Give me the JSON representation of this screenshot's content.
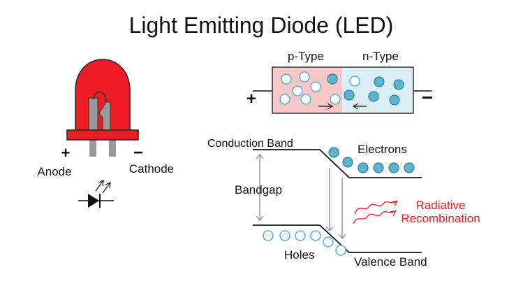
{
  "title": "Light Emitting Diode (LED)",
  "led": {
    "plus": "+",
    "minus": "−",
    "anode": "Anode",
    "cathode": "Cathode",
    "body_color": "#ee1c24",
    "leg_color": "#999999"
  },
  "junction": {
    "p_label": "p-Type",
    "n_label": "n-Type",
    "plus": "+",
    "minus": "−",
    "p_color": "#f8c8c8",
    "n_color": "#dbeef6",
    "carrier_color": "#5ab4d0"
  },
  "bands": {
    "conduction": "Conduction Band",
    "electrons": "Electrons",
    "bandgap": "Bandgap",
    "radiative_line1": "Radiative",
    "radiative_line2": "Recombination",
    "holes": "Holes",
    "valence": "Valence Band",
    "accent_color": "#ee1c24"
  }
}
